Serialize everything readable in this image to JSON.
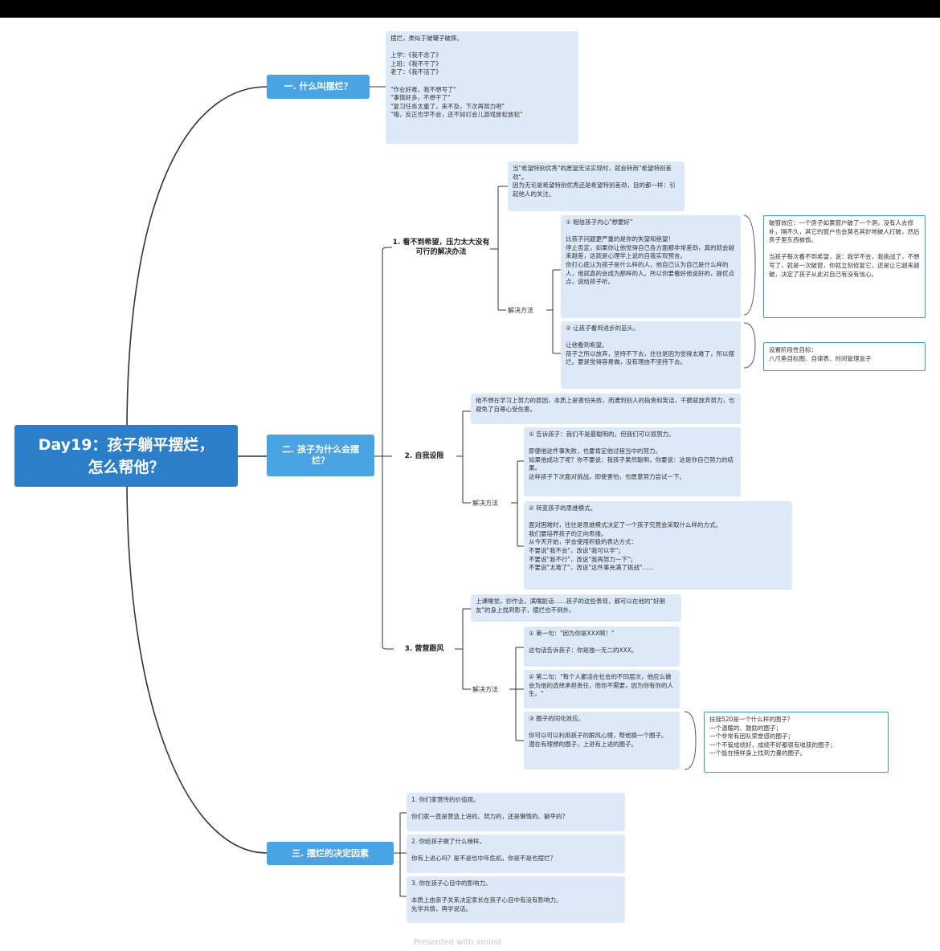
{
  "root": {
    "line1": "Day19：孩子躺平摆烂，",
    "line2": "怎么帮他？"
  },
  "sections": {
    "s1": "一. 什么叫摆烂？",
    "s2": "二. 孩子为什么会摆烂？",
    "s3": "三. 摆烂的决定因素"
  },
  "subs": {
    "a": "1. 看不到希望，压力太大没有可行的解决办法",
    "b": "2. 自我设限",
    "c": "3. 营营跟风"
  },
  "labels": {
    "m1": "解决方法",
    "m2": "解决方法",
    "m3": "解决方法"
  },
  "boxes": {
    "def": "摆烂，类似于破罐子破摔。\n\n上学：《我不念了》\n上班：《我不干了》\n老了：《我不活了》\n\n\"作业好难，我不想写了\"\n\"事情好多，不想干了\"\n\"复习任务太重了，来不及，下次再努力吧\"\n\"哦，反正也学不会，还不如打会儿游戏放松放松\"",
    "a_intro": "当\"希望特别优秀\"的愿望无法实现时，就会转而\"希望特别差劲\"。\n因为无论是希望特别优秀还是希望特别差劲，目的都一样：引起他人的关注。",
    "a_m1": "① 相信孩子内心\"想要好\"\n\n比孩子问题更严重的是你的失望和绝望！\n停止否定，如果你让他觉得自己各方面都非常差劲，真的就会越来越差，这就是心理学上说的自我实现预言。\n你打心底认为孩子是什么样的人，他自己认为自己是什么样的人，他就真的会成为那样的人。所以你要看好他说好的，提优点点，说给孩子听。",
    "a_m2": "② 让孩子看到进步的苗头。\n\n让他看到希望。\n孩子之所以放弃，坚持不下去，往往是因为觉得太难了，所以摆烂。要是觉得容易做，没有理由不坚持下去。",
    "b_intro": "他不想在学习上努力的原因，本质上是害怕失败，而遭到别人的指责和笑话，干脆就放弃努力，也避免了自尊心受伤害。",
    "b_m1": "① 告诉孩子：我们不是最聪明的，但我们可以很努力。\n\n即便他这件事失败，也要肯定他过程当中的努力。\n如果他成功了呢？你不要说：我孩子果然聪明，你要说：这是你自己努力的结果。\n这样孩子下次面对挑战，即使害怕，也愿意努力尝试一下。",
    "b_m2": "② 转变孩子的思维模式。\n\n面对困难时，往往是思维模式决定了一个孩子究竟会采取什么样的方式。\n我们要培养孩子的正向思维。\n从今天开始，学会使用积极的表达方式：\n不要说\"我不会\"，改说\"我可以学\"；\n不要说\"我不行\"，改说\"我再努力一下\"；\n不要说\"太难了\"，改说\"这件事充满了挑战\"……",
    "c_intro": "上课睡觉，抄作业，满嘴脏话……孩子的这些表现，都可以在他的\"好朋友\"的身上找到影子，摆烂也不例外。",
    "c_m1": "① 第一句：\"因为你是XXX啊！\"\n\n这句话告诉孩子：你是独一无二的XXX。",
    "c_m2": "② 第二句：\"每个人都活在社会的不同层次，他应么做会为他的选择承担责任，而你不需要，因为你有你的人生。\"",
    "c_m3": "③ 圈子的同化效应。\n\n你可以可以利用孩子的跟风心理，帮他换一个圈子。\n潜在有理想的圈子，上进有上进的圈子。",
    "d1": "1. 你们家营传的价值观。\n\n你们家一直是营造上进的、努力的，还是懒惰的、躺平的？",
    "d2": "2. 你给孩子做了什么榜样。\n\n你有上进心吗？是不是也中年危机，你是不是也摆烂？",
    "d3": "3. 你在孩子心目中的影响力。\n\n本质上由亲子关系决定家长在孩子心目中有没有影响力。\n先学共情，再学说话。"
  },
  "notes": {
    "n1": "破窗效应：一个房子如果窗户破了一个洞，没有人去修补，隔不久，其它的窗户也会莫名其妙地被人打破，然后房子里东西被偷。\n\n当孩子每次看不到希望，说：我学不会，我挑战了，不想写了，就是一次破窗，你就立刻修复它，还是让它越来越破，决定了孩子从此对自己有没有信心。",
    "n2": "设置阶段性目标：\n八爪鱼目标图、自律表、时间管理盒子",
    "n3": "扶摇520是一个什么样的圈子？\n一个温暖的、鼓励的圈子；\n一个非常有团队荣誉感的圈子；\n一个不管成绩好，成绩不好都很有收获的圈子；\n一个能在榜样身上找到力量的圈子。"
  },
  "footer": "Presented with xmind",
  "colors": {
    "root": "#2d7ec9",
    "branch": "#4aa3e3",
    "box": "#dbe9f9",
    "note_border": "#38a3a0"
  }
}
